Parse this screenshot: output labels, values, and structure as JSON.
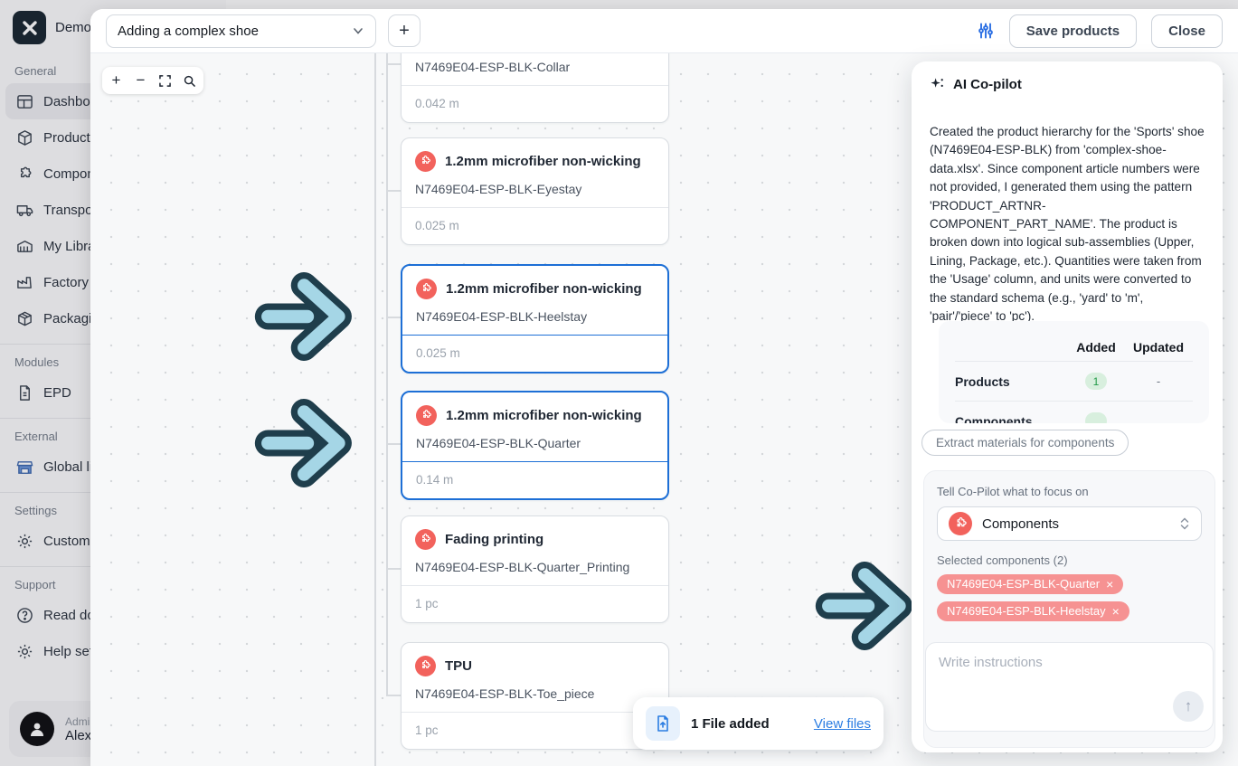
{
  "icons": {
    "close": "×",
    "arrow_up": "↑",
    "dash": "-"
  },
  "sidebar": {
    "workspace_name": "Demo a",
    "sections": [
      {
        "label": "General",
        "items": [
          {
            "label": "Dashboard"
          },
          {
            "label": "Products"
          },
          {
            "label": "Components"
          },
          {
            "label": "Transport"
          },
          {
            "label": "My Library"
          },
          {
            "label": "Factory"
          },
          {
            "label": "Packaging"
          }
        ]
      },
      {
        "label": "Modules",
        "items": [
          {
            "label": "EPD"
          }
        ]
      },
      {
        "label": "External",
        "items": [
          {
            "label": "Global library"
          }
        ]
      },
      {
        "label": "Settings",
        "items": [
          {
            "label": "Custom"
          }
        ]
      },
      {
        "label": "Support",
        "items": [
          {
            "label": "Read docs"
          },
          {
            "label": "Help settings"
          }
        ]
      }
    ],
    "user": {
      "role": "Admin",
      "name": "Alex A"
    }
  },
  "header": {
    "flow_select": "Adding a complex shoe",
    "add_button": "+",
    "save_button": "Save products",
    "close_button": "Close"
  },
  "canvas": {
    "toolbar": {
      "zoom_in": "+",
      "zoom_out": "−"
    },
    "cards": [
      {
        "title": "",
        "article": "N7469E04-ESP-BLK-Collar",
        "qty": "0.042 m",
        "selected": false
      },
      {
        "title": "1.2mm microfiber non-wicking",
        "article": "N7469E04-ESP-BLK-Eyestay",
        "qty": "0.025 m",
        "selected": false
      },
      {
        "title": "1.2mm microfiber non-wicking",
        "article": "N7469E04-ESP-BLK-Heelstay",
        "qty": "0.025 m",
        "selected": true
      },
      {
        "title": "1.2mm microfiber non-wicking",
        "article": "N7469E04-ESP-BLK-Quarter",
        "qty": "0.14 m",
        "selected": true
      },
      {
        "title": "Fading printing",
        "article": "N7469E04-ESP-BLK-Quarter_Printing",
        "qty": "1 pc",
        "selected": false
      },
      {
        "title": "TPU",
        "article": "N7469E04-ESP-BLK-Toe_piece",
        "qty": "1 pc",
        "selected": false
      }
    ]
  },
  "toast": {
    "text": "1 File added",
    "link": "View files"
  },
  "copilot": {
    "title": "AI Co-pilot",
    "message": "Created the product hierarchy for the 'Sports' shoe (N7469E04-ESP-BLK) from 'complex-shoe-data.xlsx'. Since component article numbers were not provided, I generated them using the pattern 'PRODUCT_ARTNR-COMPONENT_PART_NAME'. The product is broken down into logical sub-assemblies (Upper, Lining, Package, etc.). Quantities were taken from the 'Usage' column, and units were converted to the standard schema (e.g., 'yard' to 'm', 'pair'/'piece' to 'pc').",
    "summary_table": {
      "columns": [
        "Added",
        "Updated"
      ],
      "rows": [
        {
          "name": "Products",
          "added": "1",
          "updated": "-"
        },
        {
          "name": "Components",
          "added": "",
          "updated": ""
        }
      ]
    },
    "action_button": "Extract materials for components",
    "focus": {
      "label": "Tell Co-Pilot what to focus on",
      "selected": "Components",
      "selected_components_label": "Selected components (2)",
      "chips": [
        "N7469E04-ESP-BLK-Quarter",
        "N7469E04-ESP-BLK-Heelstay"
      ],
      "input_placeholder": "Write instructions"
    }
  },
  "colors": {
    "accent_blue": "#2b7de2",
    "selection_blue": "#1d6fd6",
    "component_red": "#f2625c",
    "chip_red": "#f69292",
    "added_green": "#219a48",
    "arrow_fill": "#a5d6e6",
    "arrow_outline": "#1f3e4c"
  }
}
